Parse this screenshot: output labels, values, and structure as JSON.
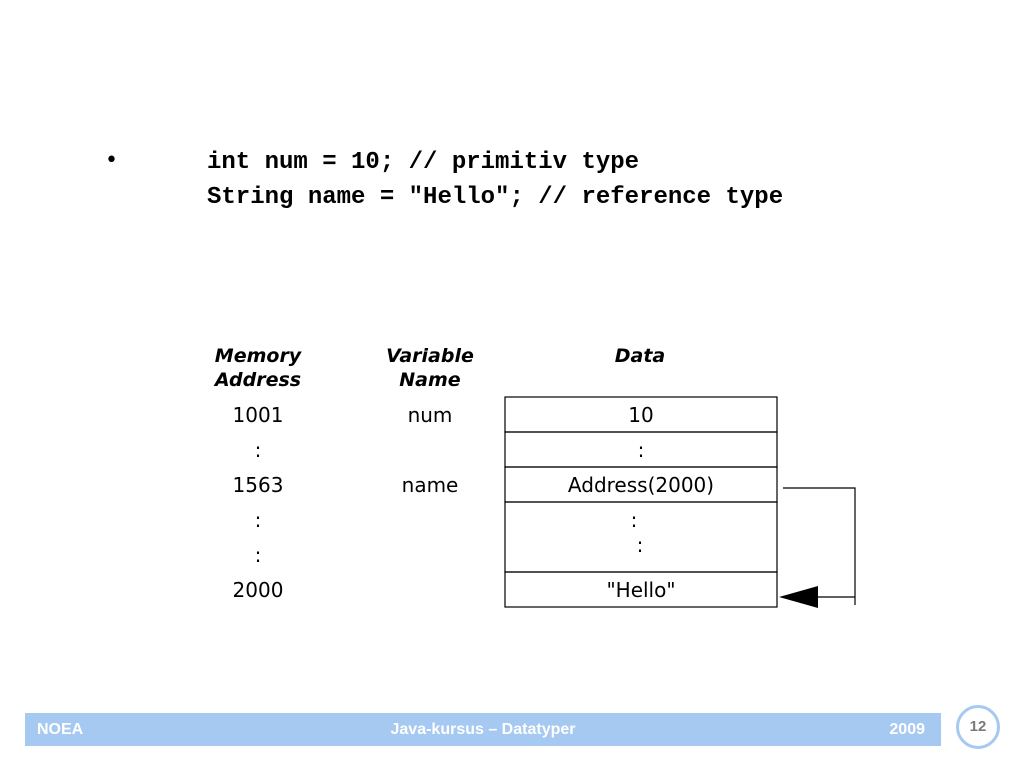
{
  "slide": {
    "bullet": "•",
    "code_lines": [
      "int num = 10; // primitiv type",
      "String name = \"Hello\"; // reference type"
    ]
  },
  "diagram": {
    "headers": {
      "address": [
        "Memory",
        "Address"
      ],
      "variable": [
        "Variable",
        "Name"
      ],
      "data": "Data"
    },
    "rows": [
      {
        "address": "1001",
        "variable": "num",
        "data": "10"
      },
      {
        "address": ":",
        "variable": "",
        "data": ":"
      },
      {
        "address": "1563",
        "variable": "name",
        "data": "Address(2000)"
      },
      {
        "address": ":",
        "variable": "",
        "data": ":"
      },
      {
        "address": ":",
        "variable": "",
        "data": ":"
      },
      {
        "address": "2000",
        "variable": "",
        "data": "\"Hello\""
      }
    ]
  },
  "footer": {
    "left": "NOEA",
    "center": "Java-kursus – Datatyper",
    "right": "2009",
    "page_number": "12"
  },
  "colors": {
    "footer_bar": "#a6c9f2",
    "footer_text": "#ffffff",
    "page_number_text": "#7a7a7a"
  }
}
